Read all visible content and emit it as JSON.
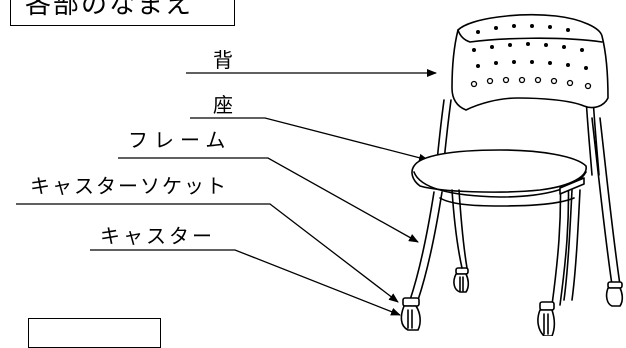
{
  "title": "各部のなまえ",
  "labels": {
    "back": "背",
    "seat": "座",
    "frame": "フレーム",
    "caster_socket": "キャスターソケット",
    "caster": "キャスター"
  }
}
